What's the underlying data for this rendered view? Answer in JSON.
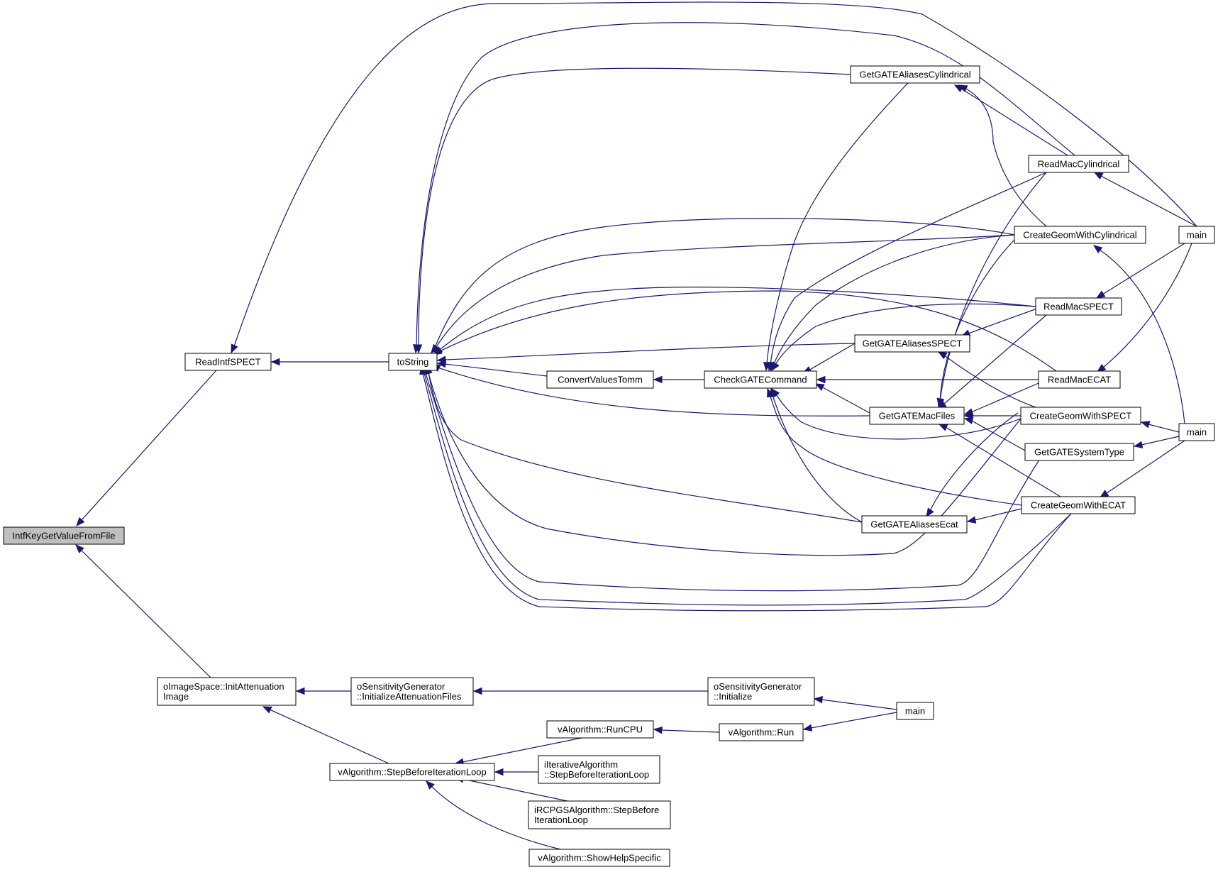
{
  "graph": {
    "root": "IntfKeyGetValueFromFile",
    "nodes": [
      {
        "id": "root",
        "lines": [
          "IntfKeyGetValueFromFile"
        ]
      },
      {
        "id": "readintf",
        "lines": [
          "ReadIntfSPECT"
        ]
      },
      {
        "id": "tostring",
        "lines": [
          "toString"
        ]
      },
      {
        "id": "gga_cyl",
        "lines": [
          "GetGATEAliasesCylindrical"
        ]
      },
      {
        "id": "readmaccyl",
        "lines": [
          "ReadMacCylindrical"
        ]
      },
      {
        "id": "cgwcyl",
        "lines": [
          "CreateGeomWithCylindrical"
        ]
      },
      {
        "id": "main1",
        "lines": [
          "main"
        ]
      },
      {
        "id": "readmacspect",
        "lines": [
          "ReadMacSPECT"
        ]
      },
      {
        "id": "gga_spect",
        "lines": [
          "GetGATEAliasesSPECT"
        ]
      },
      {
        "id": "convert",
        "lines": [
          "ConvertValuesTomm"
        ]
      },
      {
        "id": "checkgate",
        "lines": [
          "CheckGATECommand"
        ]
      },
      {
        "id": "readmacecat",
        "lines": [
          "ReadMacECAT"
        ]
      },
      {
        "id": "getmac",
        "lines": [
          "GetGATEMacFiles"
        ]
      },
      {
        "id": "cgwspect",
        "lines": [
          "CreateGeomWithSPECT"
        ]
      },
      {
        "id": "main2",
        "lines": [
          "main"
        ]
      },
      {
        "id": "getsystype",
        "lines": [
          "GetGATESystemType"
        ]
      },
      {
        "id": "gga_ecat",
        "lines": [
          "GetGATEAliasesEcat"
        ]
      },
      {
        "id": "cgwecat",
        "lines": [
          "CreateGeomWithECAT"
        ]
      },
      {
        "id": "initatt",
        "lines": [
          "oImageSpace::InitAttenuation",
          "Image"
        ]
      },
      {
        "id": "initattfiles",
        "lines": [
          "oSensitivityGenerator",
          "::InitializeAttenuationFiles"
        ]
      },
      {
        "id": "sensinit",
        "lines": [
          "oSensitivityGenerator",
          "::Initialize"
        ]
      },
      {
        "id": "main3",
        "lines": [
          "main"
        ]
      },
      {
        "id": "runcpu",
        "lines": [
          "vAlgorithm::RunCPU"
        ]
      },
      {
        "id": "run",
        "lines": [
          "vAlgorithm::Run"
        ]
      },
      {
        "id": "stepbefore",
        "lines": [
          "vAlgorithm::StepBeforeIterationLoop"
        ]
      },
      {
        "id": "iterstep",
        "lines": [
          "iIterativeAlgorithm",
          "::StepBeforeIterationLoop"
        ]
      },
      {
        "id": "ircpgs",
        "lines": [
          "iRCPGSAlgorithm::StepBefore",
          "IterationLoop"
        ]
      },
      {
        "id": "showhelp",
        "lines": [
          "vAlgorithm::ShowHelpSpecific"
        ]
      }
    ],
    "edges": [
      {
        "from": "readintf",
        "to": "root"
      },
      {
        "from": "initatt",
        "to": "root"
      },
      {
        "from": "tostring",
        "to": "readintf"
      },
      {
        "from": "main1",
        "to": "readintf"
      },
      {
        "from": "gga_cyl",
        "to": "tostring"
      },
      {
        "from": "readmaccyl",
        "to": "tostring"
      },
      {
        "from": "cgwcyl",
        "to": "tostring"
      },
      {
        "from": "readmacspect",
        "to": "tostring"
      },
      {
        "from": "gga_spect",
        "to": "tostring"
      },
      {
        "from": "convert",
        "to": "tostring"
      },
      {
        "from": "readmacecat",
        "to": "tostring"
      },
      {
        "from": "getmac",
        "to": "tostring"
      },
      {
        "from": "gga_ecat",
        "to": "tostring"
      },
      {
        "from": "cgwspect",
        "to": "tostring"
      },
      {
        "from": "getsystype",
        "to": "tostring"
      },
      {
        "from": "cgwecat",
        "to": "tostring"
      },
      {
        "from": "checkgate",
        "to": "convert"
      },
      {
        "from": "gga_cyl",
        "to": "checkgate"
      },
      {
        "from": "readmaccyl",
        "to": "checkgate"
      },
      {
        "from": "cgwcyl",
        "to": "checkgate"
      },
      {
        "from": "readmacspect",
        "to": "checkgate"
      },
      {
        "from": "gga_spect",
        "to": "checkgate"
      },
      {
        "from": "readmacecat",
        "to": "checkgate"
      },
      {
        "from": "getmac",
        "to": "checkgate"
      },
      {
        "from": "gga_ecat",
        "to": "checkgate"
      },
      {
        "from": "cgwspect",
        "to": "checkgate"
      },
      {
        "from": "cgwecat",
        "to": "checkgate"
      },
      {
        "from": "readmaccyl",
        "to": "gga_cyl"
      },
      {
        "from": "cgwcyl",
        "to": "gga_cyl"
      },
      {
        "from": "main1",
        "to": "readmaccyl"
      },
      {
        "from": "main2",
        "to": "cgwcyl"
      },
      {
        "from": "main1",
        "to": "readmacspect"
      },
      {
        "from": "readmacspect",
        "to": "gga_spect"
      },
      {
        "from": "cgwspect",
        "to": "gga_spect"
      },
      {
        "from": "main1",
        "to": "readmacecat"
      },
      {
        "from": "readmaccyl",
        "to": "getmac"
      },
      {
        "from": "cgwcyl",
        "to": "getmac"
      },
      {
        "from": "readmacspect",
        "to": "getmac"
      },
      {
        "from": "readmacecat",
        "to": "getmac"
      },
      {
        "from": "cgwspect",
        "to": "getmac"
      },
      {
        "from": "getsystype",
        "to": "getmac"
      },
      {
        "from": "cgwecat",
        "to": "getmac"
      },
      {
        "from": "main2",
        "to": "cgwspect"
      },
      {
        "from": "main2",
        "to": "getsystype"
      },
      {
        "from": "main2",
        "to": "cgwecat"
      },
      {
        "from": "cgwecat",
        "to": "gga_ecat"
      },
      {
        "from": "cgwspect",
        "to": "gga_ecat"
      },
      {
        "from": "initattfiles",
        "to": "initatt"
      },
      {
        "from": "stepbefore",
        "to": "initatt"
      },
      {
        "from": "sensinit",
        "to": "initattfiles"
      },
      {
        "from": "main3",
        "to": "sensinit"
      },
      {
        "from": "run",
        "to": "runcpu"
      },
      {
        "from": "main3",
        "to": "run"
      },
      {
        "from": "runcpu",
        "to": "stepbefore"
      },
      {
        "from": "iterstep",
        "to": "stepbefore"
      },
      {
        "from": "ircpgs",
        "to": "stepbefore"
      },
      {
        "from": "showhelp",
        "to": "stepbefore"
      }
    ]
  },
  "colors": {
    "edge": "#191970",
    "root_fill": "#bfbfbf",
    "node_fill": "#ffffff",
    "node_border": "#000000"
  }
}
